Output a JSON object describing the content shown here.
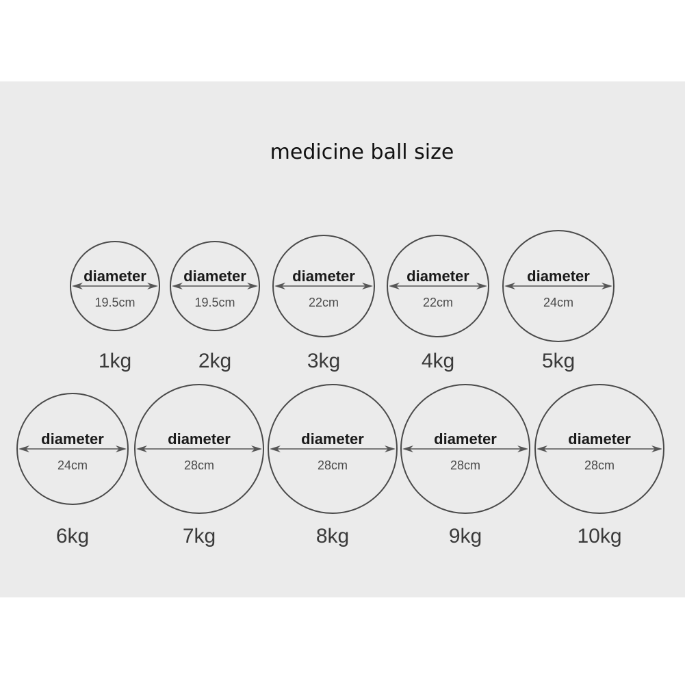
{
  "title": "medicine ball size",
  "diameter_label": "diameter",
  "balls": [
    {
      "weight": "1kg",
      "size": "19.5cm"
    },
    {
      "weight": "2kg",
      "size": "19.5cm"
    },
    {
      "weight": "3kg",
      "size": "22cm"
    },
    {
      "weight": "4kg",
      "size": "22cm"
    },
    {
      "weight": "5kg",
      "size": "24cm"
    },
    {
      "weight": "6kg",
      "size": "24cm"
    },
    {
      "weight": "7kg",
      "size": "28cm"
    },
    {
      "weight": "8kg",
      "size": "28cm"
    },
    {
      "weight": "9kg",
      "size": "28cm"
    },
    {
      "weight": "10kg",
      "size": "28cm"
    }
  ]
}
